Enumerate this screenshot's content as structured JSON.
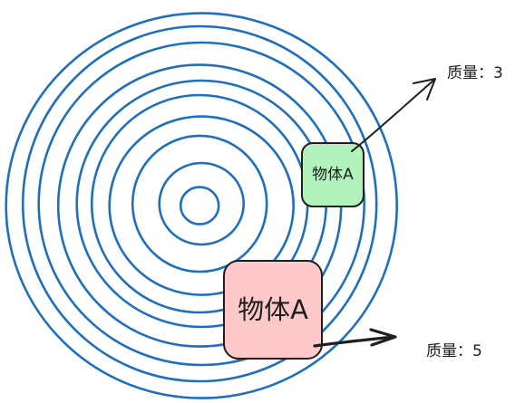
{
  "colors": {
    "ring_stroke": "#1f6fbf",
    "small_box_fill": "#b2f2bb",
    "large_box_fill": "#ffc9c9",
    "stroke_dark": "#1e1e1e"
  },
  "objects": {
    "small": {
      "label": "物体A",
      "mass_label": "质量：3"
    },
    "large": {
      "label": "物体A",
      "mass_label": "质量：5"
    }
  }
}
